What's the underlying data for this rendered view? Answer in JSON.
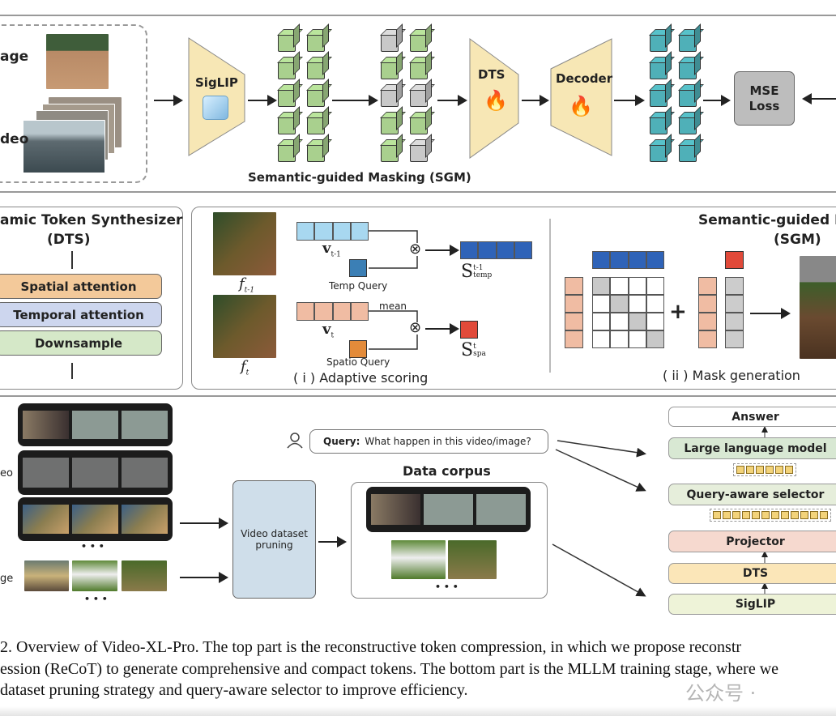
{
  "top": {
    "image_label": "age",
    "video_label": "deo",
    "siglip": "SigLIP",
    "dts": "DTS",
    "decoder": "Decoder",
    "mse": [
      "MSE",
      "Loss"
    ],
    "sgm_caption": "Semantic-guided Masking (SGM)",
    "masked_pattern": [
      [
        1,
        0
      ],
      [
        0,
        0
      ],
      [
        1,
        1
      ],
      [
        0,
        0
      ],
      [
        0,
        1
      ]
    ]
  },
  "dts_panel": {
    "title": "amic Token Synthesizer",
    "subtitle": "(DTS)",
    "layers": [
      "Spatial attention",
      "Temporal attention",
      "Downsample"
    ]
  },
  "scoring": {
    "f_prev": "f",
    "f_prev_sub": "t-1",
    "f_cur": "f",
    "f_cur_sub": "t",
    "v_prev": "v",
    "v_prev_sub": "t-1",
    "v_cur": "v",
    "v_cur_sub": "t",
    "temp_query": "Temp Query",
    "spatio_query": "Spatio Query",
    "mean": "mean",
    "s_temp": "S",
    "s_temp_sup": "t-1",
    "s_temp_sub": "temp",
    "s_spa": "S",
    "s_spa_sup": "t",
    "s_spa_sub": "spa",
    "caption": "( i ) Adaptive scoring",
    "otimes": "⊗"
  },
  "mask": {
    "title": "Semantic-guided M",
    "subtitle": "(SGM)",
    "plus": "+",
    "caption": "( ii ) Mask generation"
  },
  "bottom": {
    "video_label": "eo",
    "image_label": "ge",
    "ellipsis": "• • •",
    "pruning": "Video dataset pruning",
    "query_label": "Query:",
    "query_text": "What happen in this video/image?",
    "corpus_title": "Data corpus",
    "stack": [
      "Answer",
      "Large language model",
      "Query-aware selector",
      "Projector",
      "DTS",
      "SigLIP"
    ]
  },
  "caption": [
    "2. Overview of Video-XL-Pro. The top part is the reconstructive token compression, in which we propose reconstr",
    "ession (ReCoT) to generate comprehensive and compact tokens. The bottom part is the MLLM training stage, where we",
    "dataset pruning strategy and query-aware selector to improve efficiency."
  ],
  "watermark": "公众号 ·",
  "colors": {
    "green_token": "#a9d08e",
    "gray_token": "#c8c8c8",
    "teal_token": "#4fb0b8",
    "trap": "#f7e7b5",
    "blue": "#2f63b8",
    "red": "#e14a3a",
    "peach": "#f0bca3"
  }
}
